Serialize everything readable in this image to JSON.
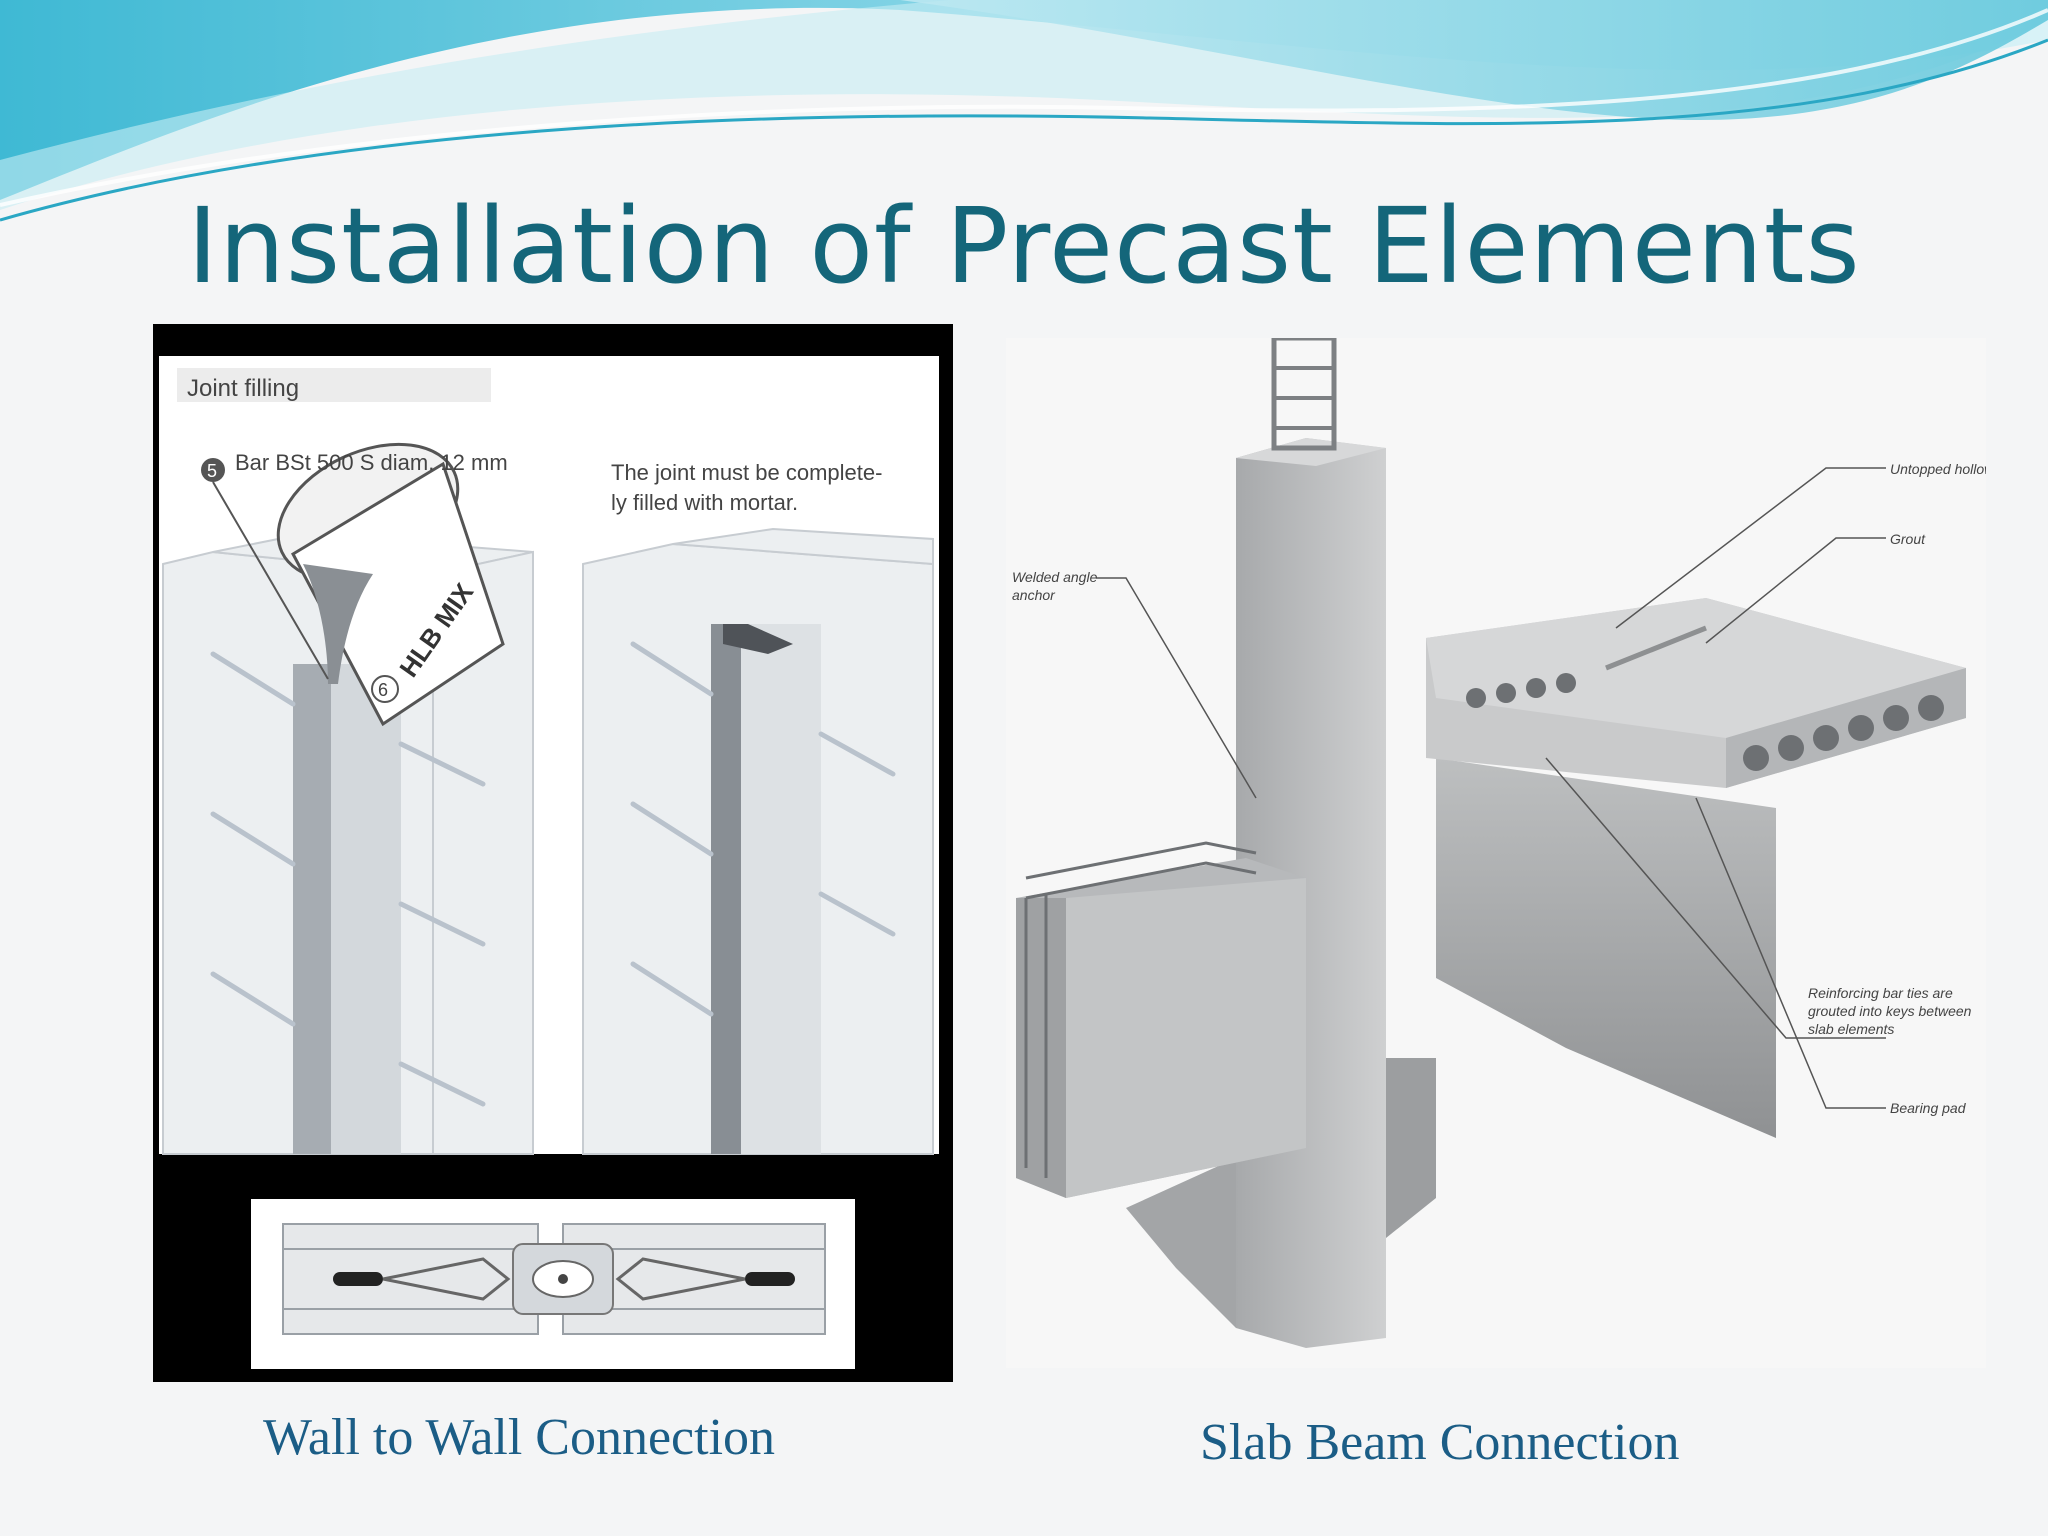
{
  "slide": {
    "title": "Installation of Precast Elements",
    "captions": {
      "left": "Wall to Wall Connection",
      "right": "Slab Beam Connection"
    }
  },
  "wall_figure": {
    "heading": "Joint filling",
    "callout_5_number": "5",
    "callout_5": "Bar BSt 500 S diam. 12 mm",
    "callout_6_number": "6",
    "note_line1": "The joint must be complete-",
    "note_line2": "ly filled with mortar.",
    "bucket_label": "HLB MIX"
  },
  "slab_figure": {
    "label_slab": "Untopped hollow-core slab",
    "label_grout": "Grout",
    "label_angle_line1": "Welded angle",
    "label_angle_line2": "anchor",
    "label_rebar_line1": "Reinforcing bar ties are",
    "label_rebar_line2": "grouted into keys between",
    "label_rebar_line3": "slab elements",
    "label_pad": "Bearing pad"
  },
  "colors": {
    "title": "#14667a",
    "caption": "#1b5d86",
    "wave_dark": "#5fc6db",
    "wave_light": "#a6e3ee"
  }
}
